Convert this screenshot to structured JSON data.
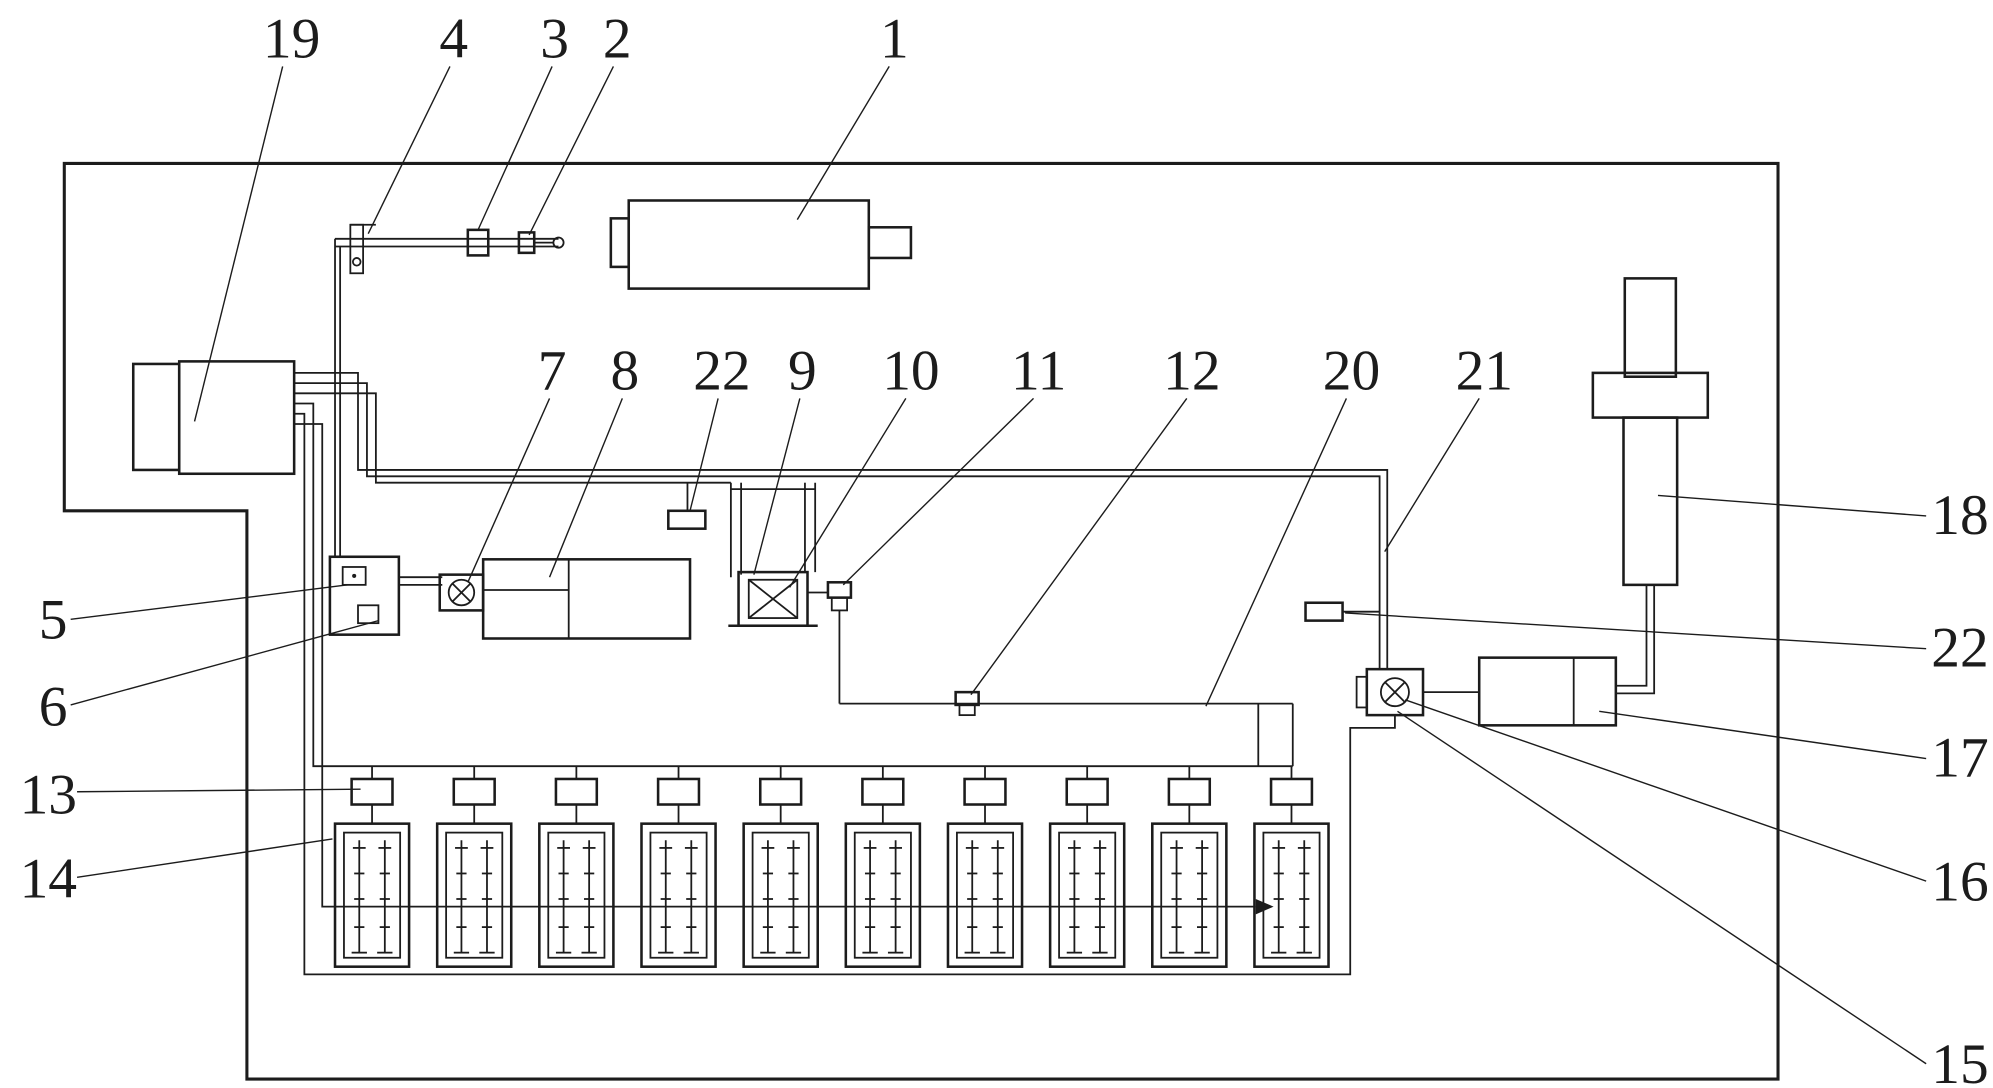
{
  "figure": {
    "type": "technical-schematic-diagram",
    "background": "#ffffff",
    "ink": "#1c1c1c",
    "callout_count": 23
  },
  "labels": {
    "l1": "1",
    "l2": "2",
    "l3": "3",
    "l4": "4",
    "l5": "5",
    "l6": "6",
    "l7": "7",
    "l8": "8",
    "l9": "9",
    "l10": "10",
    "l11": "11",
    "l12": "12",
    "l13": "13",
    "l14": "14",
    "l15": "15",
    "l16": "16",
    "l17": "17",
    "l18": "18",
    "l19": "19",
    "l20": "20",
    "l21": "21",
    "l22a": "22",
    "l22b": "22"
  }
}
